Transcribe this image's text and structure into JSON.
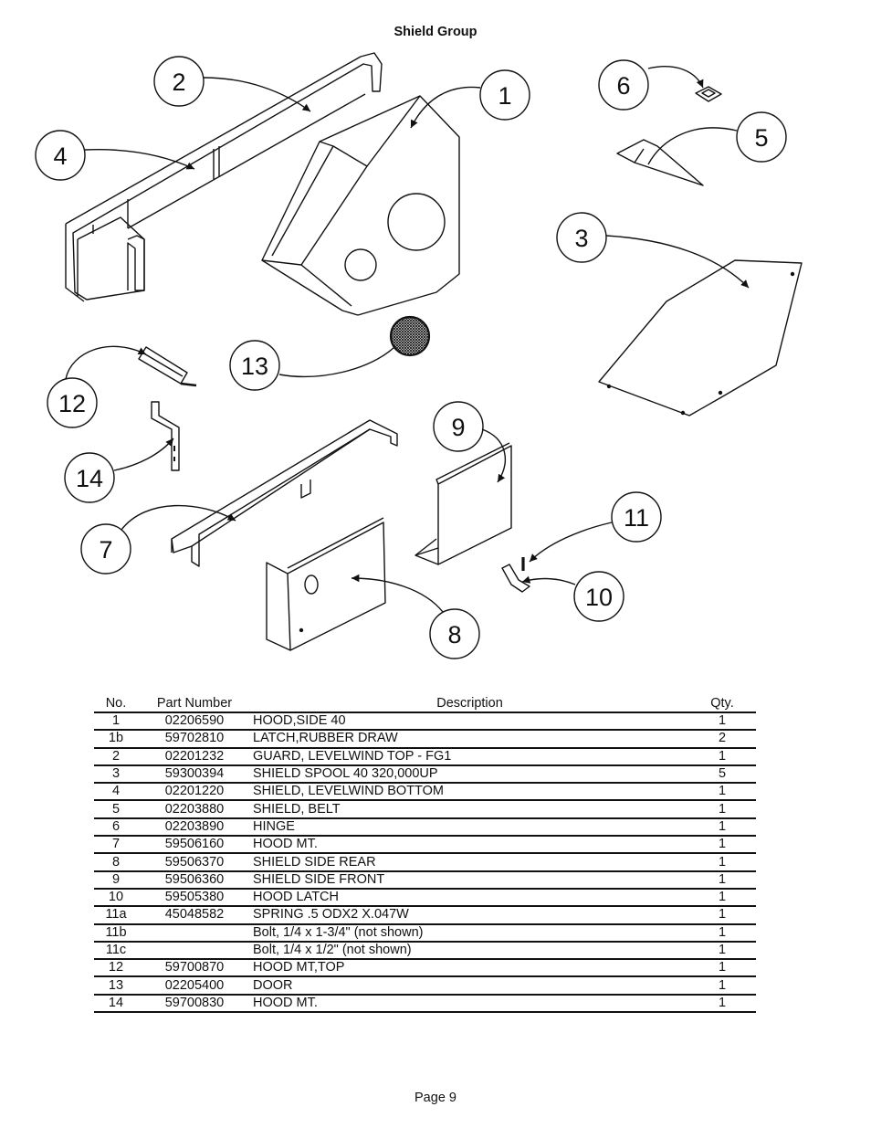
{
  "page": {
    "title": "Shield Group",
    "page_label": "Page 9"
  },
  "callouts": [
    "1",
    "2",
    "3",
    "4",
    "5",
    "6",
    "7",
    "8",
    "9",
    "10",
    "11",
    "12",
    "13",
    "14"
  ],
  "table": {
    "headers": {
      "no": "No.",
      "part": "Part Number",
      "desc": "Description",
      "qty": "Qty."
    },
    "rows": [
      {
        "no": "1",
        "part": "02206590",
        "desc": "HOOD,SIDE 40",
        "qty": "1"
      },
      {
        "no": "1b",
        "part": "59702810",
        "desc": "LATCH,RUBBER DRAW",
        "qty": "2"
      },
      {
        "no": "2",
        "part": "02201232",
        "desc": "GUARD, LEVELWIND TOP - FG1",
        "qty": "1"
      },
      {
        "no": "3",
        "part": "59300394",
        "desc": "SHIELD SPOOL 40 320,000UP",
        "qty": "5"
      },
      {
        "no": "4",
        "part": "02201220",
        "desc": "SHIELD, LEVELWIND BOTTOM",
        "qty": "1"
      },
      {
        "no": "5",
        "part": "02203880",
        "desc": "SHIELD, BELT",
        "qty": "1"
      },
      {
        "no": "6",
        "part": "02203890",
        "desc": "HINGE",
        "qty": "1"
      },
      {
        "no": "7",
        "part": "59506160",
        "desc": "HOOD MT.",
        "qty": "1"
      },
      {
        "no": "8",
        "part": "59506370",
        "desc": "SHIELD SIDE REAR",
        "qty": "1"
      },
      {
        "no": "9",
        "part": "59506360",
        "desc": "SHIELD SIDE FRONT",
        "qty": "1"
      },
      {
        "no": "10",
        "part": "59505380",
        "desc": "HOOD LATCH",
        "qty": "1"
      },
      {
        "no": "11a",
        "part": "45048582",
        "desc": "SPRING .5 ODX2 X.047W",
        "qty": "1"
      },
      {
        "no": "11b",
        "part": "",
        "desc": "Bolt, 1/4 x 1-3/4\" (not shown)",
        "qty": "1"
      },
      {
        "no": "11c",
        "part": "",
        "desc": "Bolt, 1/4 x 1/2\" (not shown)",
        "qty": "1"
      },
      {
        "no": "12",
        "part": "59700870",
        "desc": "HOOD MT,TOP",
        "qty": "1"
      },
      {
        "no": "13",
        "part": "02205400",
        "desc": "DOOR",
        "qty": "1"
      },
      {
        "no": "14",
        "part": "59700830",
        "desc": "HOOD MT.",
        "qty": "1"
      }
    ]
  }
}
